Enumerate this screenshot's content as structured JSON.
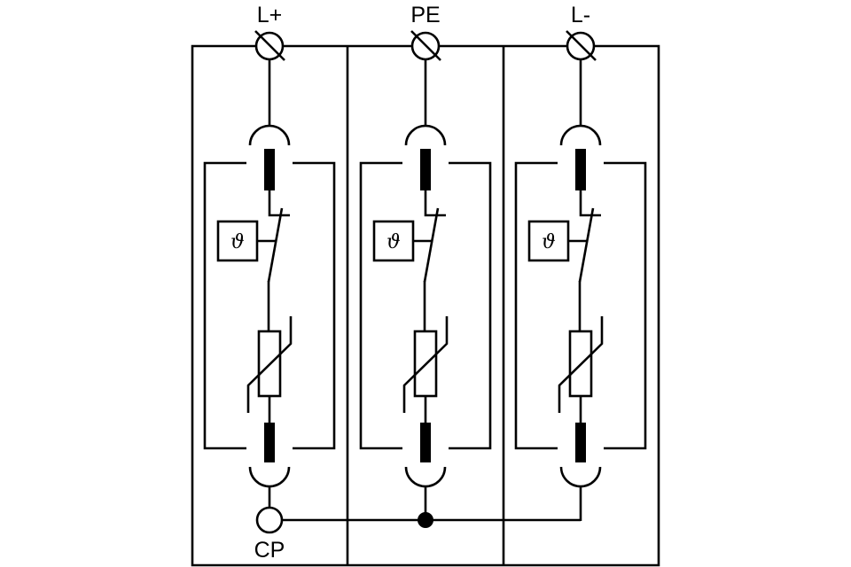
{
  "diagram": {
    "title": "",
    "line_color": "#000000",
    "background": "#ffffff",
    "terminals": [
      {
        "id": "l-plus",
        "label": "L+"
      },
      {
        "id": "pe",
        "label": "PE"
      },
      {
        "id": "l-minus",
        "label": "L-"
      }
    ],
    "modules": [
      {
        "id": "module-l-plus",
        "thermal_symbol": "ϑ",
        "components": [
          "fuse",
          "thermal-disconnector",
          "varistor",
          "fuse"
        ]
      },
      {
        "id": "module-pe",
        "thermal_symbol": "ϑ",
        "components": [
          "fuse",
          "thermal-disconnector",
          "varistor",
          "fuse"
        ]
      },
      {
        "id": "module-l-minus",
        "thermal_symbol": "ϑ",
        "components": [
          "fuse",
          "thermal-disconnector",
          "varistor",
          "fuse"
        ]
      }
    ],
    "common_point": {
      "label": "CP"
    },
    "connections": [
      {
        "from": "module-l-plus",
        "to": "cp"
      },
      {
        "from": "module-pe",
        "to": "cp",
        "junction": true
      },
      {
        "from": "module-l-minus",
        "to": "cp"
      }
    ]
  }
}
